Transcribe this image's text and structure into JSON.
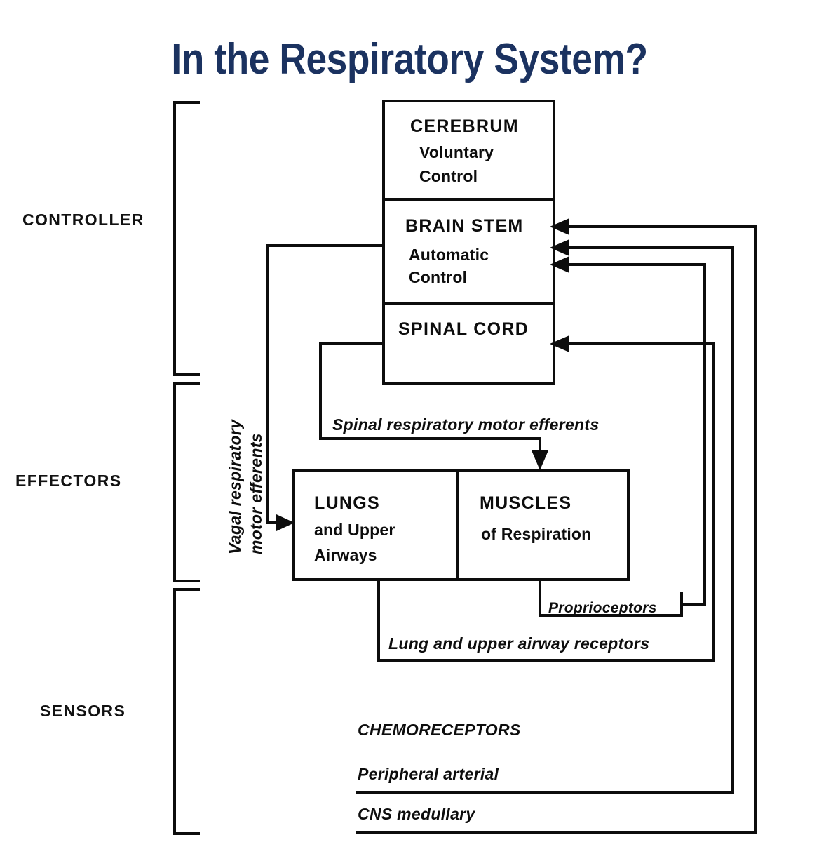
{
  "title": "In the Respiratory System?",
  "theme": {
    "title_color": "#1b3260",
    "ink_color": "#0d0d0d",
    "background": "#ffffff"
  },
  "sections": [
    {
      "id": "controller",
      "label": "CONTROLLER"
    },
    {
      "id": "effectors",
      "label": "EFFECTORS"
    },
    {
      "id": "sensors",
      "label": "SENSORS"
    }
  ],
  "controller": {
    "blocks": [
      {
        "id": "cerebrum",
        "heading": "CEREBRUM",
        "lines": [
          "Voluntary",
          "Control"
        ]
      },
      {
        "id": "brain-stem",
        "heading": "BRAIN STEM",
        "lines": [
          "Automatic",
          "Control"
        ]
      },
      {
        "id": "spinal-cord",
        "heading": "SPINAL CORD",
        "lines": []
      }
    ]
  },
  "effectors": {
    "blocks": [
      {
        "id": "lungs",
        "heading": "LUNGS",
        "lines": [
          "and Upper",
          "Airways"
        ]
      },
      {
        "id": "muscles",
        "heading": "MUSCLES",
        "lines": [
          "of  Respiration"
        ]
      }
    ]
  },
  "sensors": {
    "items": [
      {
        "id": "proprioceptors",
        "label": "Proprioceptors"
      },
      {
        "id": "lung-airway-receptors",
        "label": "Lung and upper airway receptors"
      },
      {
        "id": "chemoreceptors",
        "label": "CHEMORECEPTORS"
      },
      {
        "id": "peripheral-arterial",
        "label": "Peripheral arterial"
      },
      {
        "id": "cns-medullary",
        "label": "CNS medullary"
      }
    ]
  },
  "pathways": [
    {
      "id": "vagal-efferents",
      "label": "Vagal respiratory",
      "label2": "motor efferents"
    },
    {
      "id": "spinal-efferents",
      "label": "Spinal respiratory motor efferents"
    }
  ]
}
